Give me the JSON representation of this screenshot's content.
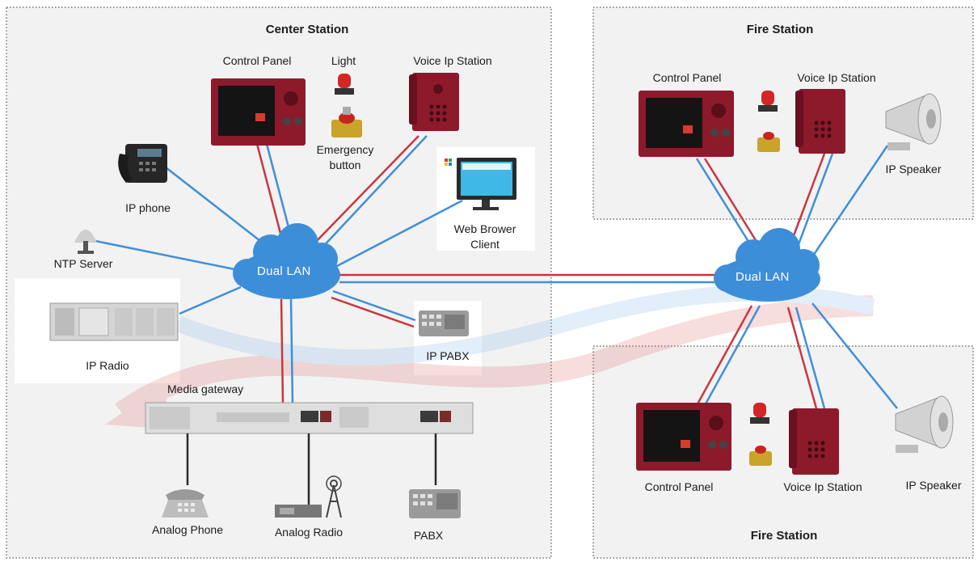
{
  "colors": {
    "red_link": "#c8373f",
    "blue_link": "#3f8fd8",
    "cloud": "#3d8ed8",
    "device_red": "#8d1a2b",
    "zone_bg": "#f2f2f2"
  },
  "center_station": {
    "title": "Center Station",
    "control_panel": "Control Panel",
    "light": "Light",
    "voice_ip_station": "Voice Ip Station",
    "emergency_button": [
      "Emergency",
      "button"
    ],
    "ip_phone": "IP phone",
    "web_client": [
      "Web Brower",
      "Client"
    ],
    "ntp_server": "NTP Server",
    "dual_lan": "Dual  LAN",
    "ip_radio": "IP Radio",
    "ip_pabx": "IP PABX",
    "media_gateway": "Media gateway",
    "analog_phone": "Analog Phone",
    "analog_radio": "Analog Radio",
    "pabx": "PABX"
  },
  "fire_station_top": {
    "title": "Fire Station",
    "control_panel": "Control Panel",
    "voice_ip_station": "Voice Ip Station",
    "ip_speaker": "IP Speaker"
  },
  "fire_station_bottom": {
    "title": "Fire Station",
    "control_panel": "Control Panel",
    "voice_ip_station": "Voice Ip Station",
    "ip_speaker": "IP Speaker"
  },
  "remote_lan": "Dual LAN"
}
